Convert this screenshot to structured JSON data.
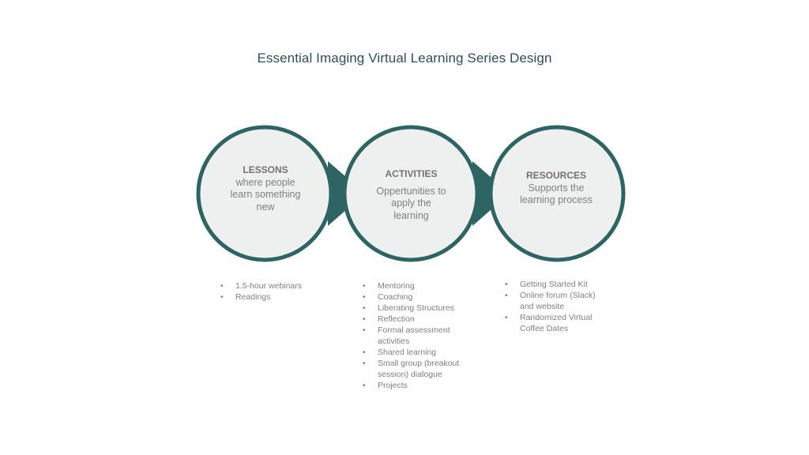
{
  "title": "Essential Imaging Virtual Learning Series Design",
  "colors": {
    "ring": "#2e6563",
    "circle_fill": "#edf0ef",
    "text": "#7f7f7f",
    "title": "#2e4f52"
  },
  "stages": [
    {
      "heading": "LESSONS",
      "description": "where people learn something new",
      "bullets": [
        "1.5-hour webinars",
        "Readings"
      ]
    },
    {
      "heading": "ACTIVITIES",
      "description": "Oppertunities to apply the learning",
      "bullets": [
        "Mentoring",
        "Coaching",
        "Liberating Structures",
        "Reflection",
        "Formal assessment activities",
        "Shared learning",
        "Small group (breakout session) dialogue",
        "Projects"
      ]
    },
    {
      "heading": "RESOURCES",
      "description": "Supports the learning process",
      "bullets": [
        "Getting Started Kit",
        "Online forum (Slack) and website",
        "Randomized Virtual Coffee Dates"
      ]
    }
  ]
}
